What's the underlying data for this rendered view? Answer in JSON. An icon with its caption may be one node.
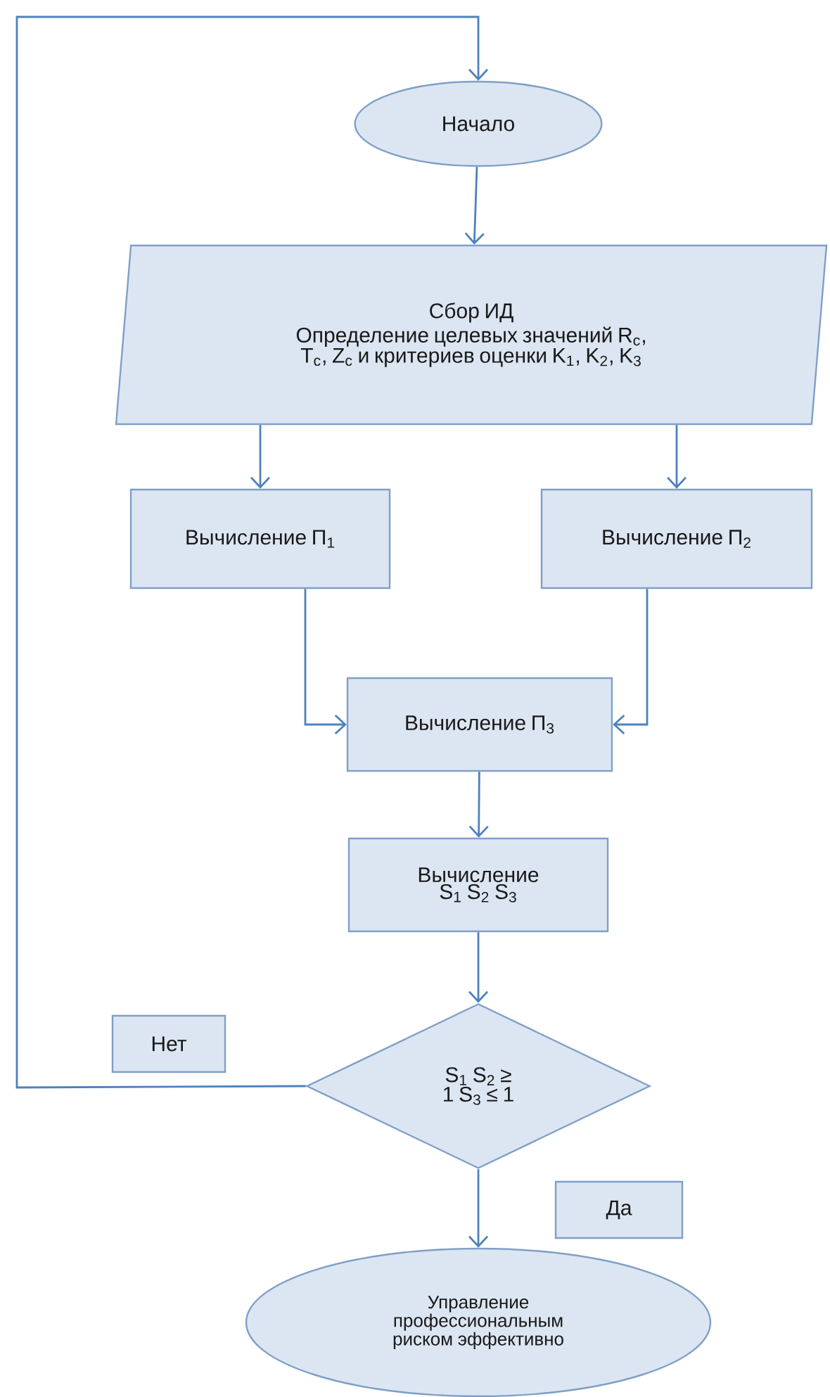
{
  "diagram": {
    "nodes": [
      {
        "text": [
          "Начало"
        ]
      },
      {
        "text": [
          "Сбор ИД",
          "Определение целевых значений R$_{c}$, T$_{c}$, Z$_{c}$ и критериев оценки K$_{1}$, K$_{2}$, K$_{3}$"
        ]
      },
      {
        "text": [
          "Вычисление П$_{1}$"
        ]
      },
      {
        "text": [
          "Вычисление П$_{2}$"
        ]
      },
      {
        "text": [
          "Вычисление П$_{3}$"
        ]
      },
      {
        "text": [
          "Вычисление S$_{1}$ S$_{2}$ S$_{3}$"
        ]
      },
      {
        "text": [
          "Нет"
        ]
      },
      {
        "text": [
          "S$_{1}$ S$_{2}$ ≥ 1 S$_{3}$ ≤ 1"
        ]
      },
      {
        "text": [
          "Да"
        ]
      },
      {
        "text": [
          "Управление профессиональным риском эффективно"
        ]
      }
    ],
    "edges": [
      {
        "from": 0,
        "to": 1,
        "arrow": "to"
      },
      {
        "from": 1,
        "to": 2,
        "arrow": "to"
      },
      {
        "from": 1,
        "to": 3,
        "arrow": "to"
      },
      {
        "from": 2,
        "to": 4,
        "arrow": "to"
      },
      {
        "from": 3,
        "to": 4,
        "arrow": "to"
      },
      {
        "from": 4,
        "to": 5,
        "arrow": "to"
      },
      {
        "from": 5,
        "to": 7,
        "arrow": "to"
      },
      {
        "from": 7,
        "to": 9,
        "arrow": "to"
      },
      {
        "from": 7,
        "to": 0,
        "arrow": "to"
      }
    ]
  }
}
